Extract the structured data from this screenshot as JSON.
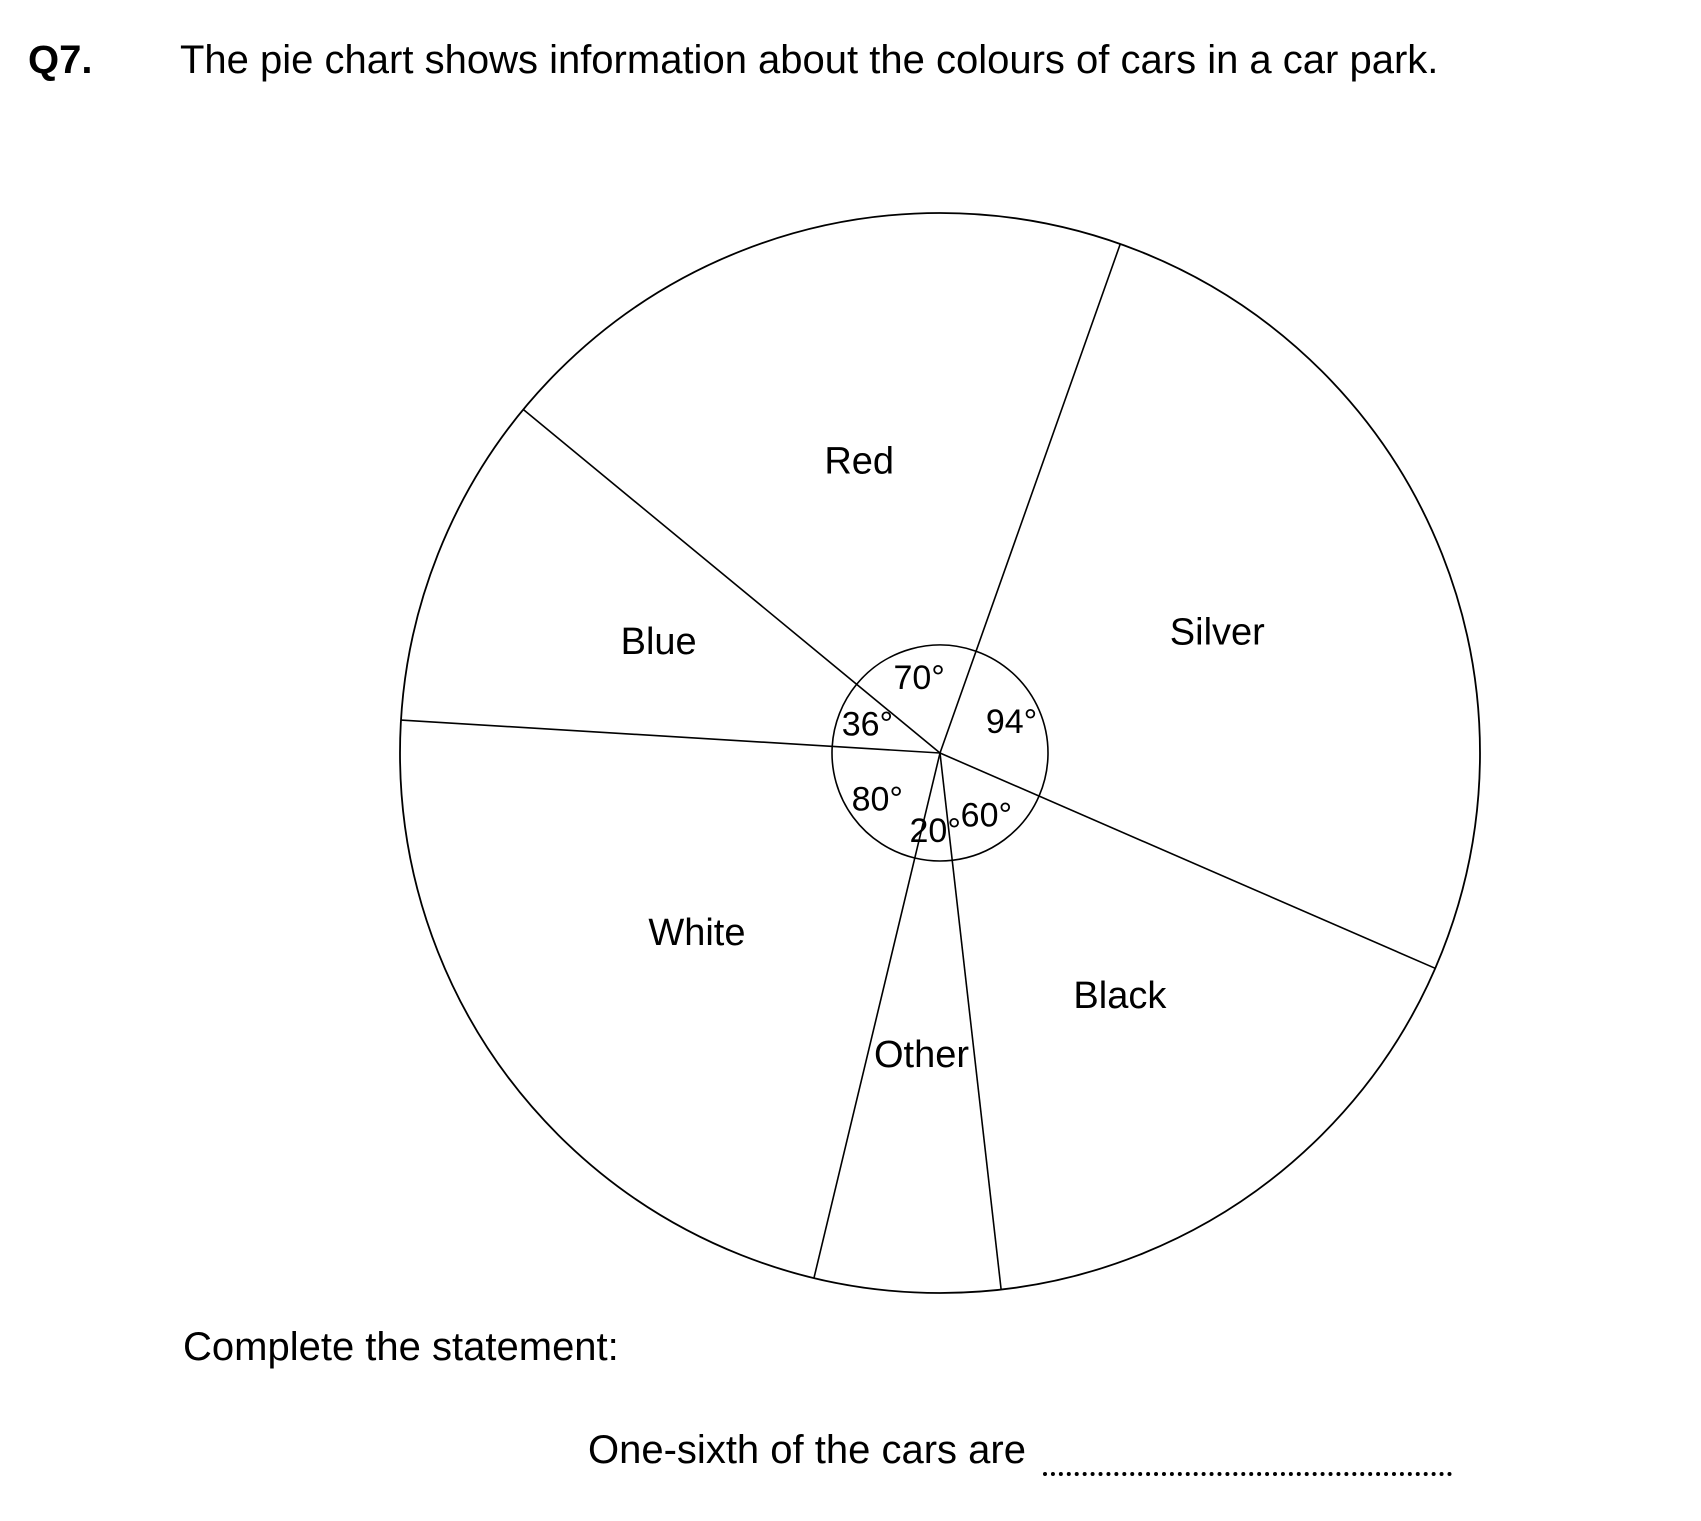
{
  "question": {
    "number": "Q7.",
    "text": "The pie chart shows information about the colours of cars in a car park."
  },
  "chart_data": {
    "type": "pie",
    "title": "",
    "slices": [
      {
        "label": "Silver",
        "angle": 94,
        "angle_label": "94°"
      },
      {
        "label": "Black",
        "angle": 60,
        "angle_label": "60°"
      },
      {
        "label": "Other",
        "angle": 20,
        "angle_label": "20°"
      },
      {
        "label": "White",
        "angle": 80,
        "angle_label": "80°"
      },
      {
        "label": "Blue",
        "angle": 36,
        "angle_label": "36°"
      },
      {
        "label": "Red",
        "angle": 70,
        "angle_label": "70°"
      }
    ]
  },
  "instruction": "Complete the statement:",
  "statement": {
    "prefix": "One-sixth of the cars are",
    "answer_value": ""
  }
}
